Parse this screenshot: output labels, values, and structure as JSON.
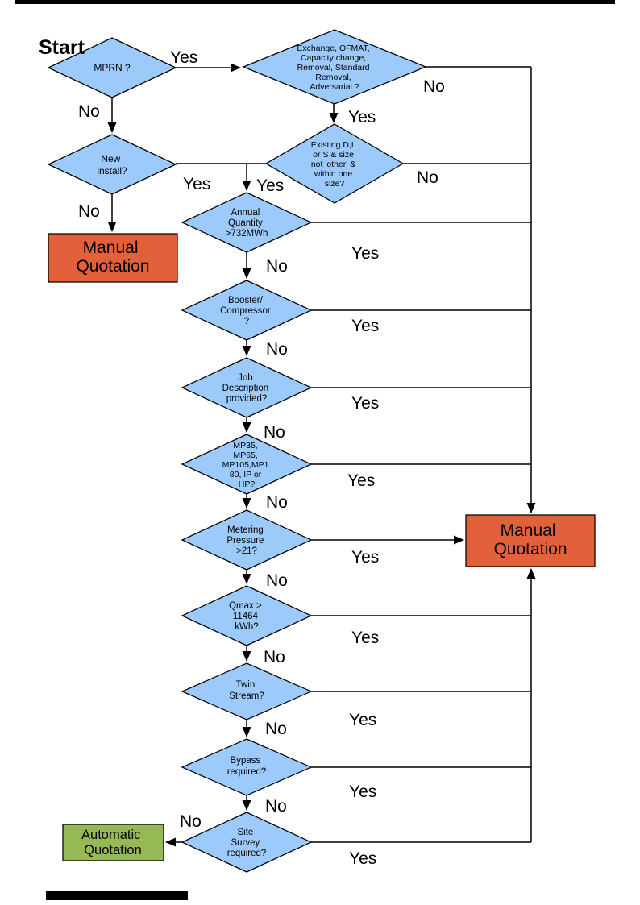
{
  "page": {
    "start_label": "Start"
  },
  "colors": {
    "decision_fill": "#9BCAFB",
    "manual_fill": "#E2613B",
    "auto_fill": "#96B855",
    "line": "#000000"
  },
  "nodes": {
    "mprn": {
      "lines": [
        "MPRN ?"
      ]
    },
    "exchange": {
      "lines": [
        "Exchange, OFMAT,",
        "Capacity change,",
        "Removal, Standard",
        "Removal,",
        "Adversarial ?"
      ]
    },
    "new_install": {
      "lines": [
        "New",
        "install?"
      ]
    },
    "existing": {
      "lines": [
        "Existing D,L",
        "or S & size",
        "not 'other' &",
        "within one",
        "size?"
      ]
    },
    "annual": {
      "lines": [
        "Annual",
        "Quantity",
        ">732MWh"
      ]
    },
    "booster": {
      "lines": [
        "Booster/",
        "Compressor",
        "?"
      ]
    },
    "job": {
      "lines": [
        "Job",
        "Description",
        "provided?"
      ]
    },
    "mp": {
      "lines": [
        "MP35,",
        "MP65,",
        "MP105,MP1",
        "80, IP or",
        "HP?"
      ]
    },
    "metering": {
      "lines": [
        "Metering",
        "Pressure",
        ">21?"
      ]
    },
    "qmax": {
      "lines": [
        "Qmax >",
        "11464",
        "kWh?"
      ]
    },
    "twin": {
      "lines": [
        "Twin",
        "Stream?"
      ]
    },
    "bypass": {
      "lines": [
        "Bypass",
        "required?"
      ]
    },
    "site": {
      "lines": [
        "Site",
        "Survey",
        "required?"
      ]
    },
    "manual_left": {
      "lines": [
        "Manual",
        "Quotation"
      ]
    },
    "manual_right": {
      "lines": [
        "Manual",
        "Quotation"
      ]
    },
    "auto": {
      "lines": [
        "Automatic",
        "Quotation"
      ]
    }
  },
  "edge_labels": {
    "mprn_yes": "Yes",
    "mprn_no": "No",
    "exchange_yes": "Yes",
    "exchange_no": "No",
    "new_install_yes": "Yes",
    "new_install_no": "No",
    "existing_yes": "Yes",
    "existing_no": "No",
    "annual_yes": "Yes",
    "annual_no": "No",
    "booster_yes": "Yes",
    "booster_no": "No",
    "job_yes": "Yes",
    "job_no": "No",
    "mp_yes": "Yes",
    "mp_no": "No",
    "metering_yes": "Yes",
    "metering_no": "No",
    "qmax_yes": "Yes",
    "qmax_no": "No",
    "twin_yes": "Yes",
    "twin_no": "No",
    "bypass_yes": "Yes",
    "bypass_no": "No",
    "site_yes": "Yes",
    "site_no": "No"
  }
}
